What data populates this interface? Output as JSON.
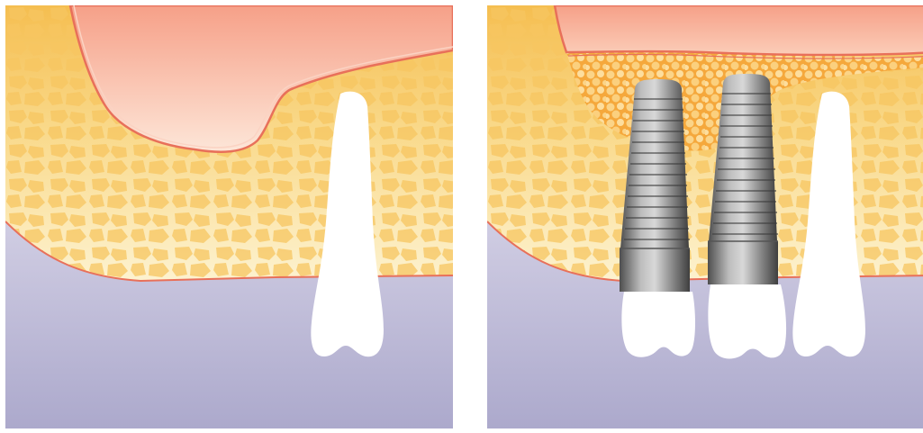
{
  "panels": [
    {
      "id": "before",
      "implants": 0,
      "bone_graft": false
    },
    {
      "id": "after",
      "implants": 2,
      "bone_graft": true
    }
  ],
  "colors": {
    "background_top": "#f6f3fb",
    "background_bottom": "#aca9cc",
    "bone_light": "#fcefc4",
    "bone_dark": "#f5be50",
    "bone_pattern": "#f7c25a",
    "sinus_top": "#f6a088",
    "sinus_bottom": "#fde3d6",
    "outline": "#e8705a",
    "graft_base": "#f7b452",
    "graft_granule": "#ec9a28",
    "implant_light": "#c8c8c8",
    "implant_dark": "#5a5a5a",
    "tooth": "#ffffff"
  }
}
